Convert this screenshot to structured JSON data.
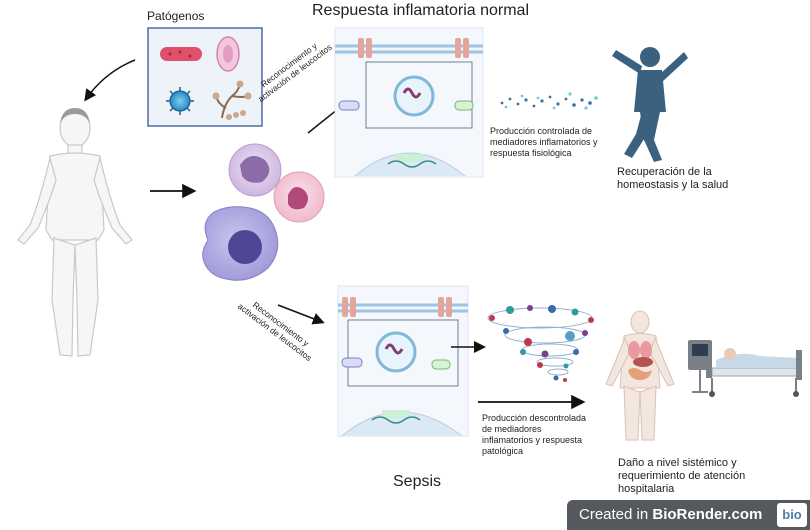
{
  "titles": {
    "top": "Respuesta inflamatoria normal",
    "bottom": "Sepsis"
  },
  "pathogens": {
    "label": "Patógenos"
  },
  "arrows": {
    "recognition_top": [
      "Reconocimiento y",
      "activación de leucocitos"
    ],
    "recognition_bottom": [
      "Reconocimiento y",
      "activación de leucocitos"
    ]
  },
  "top_path": {
    "production": [
      "Producción controlada de",
      "mediadores inflamatorios y",
      "respuesta fisiológica"
    ],
    "outcome": [
      "Recuperación de la",
      "homeostasis y la salud"
    ]
  },
  "bottom_path": {
    "production": [
      "Producción descontrolada",
      "de mediadores",
      "inflamatorios y respuesta",
      "patológica"
    ],
    "outcome": [
      "Daño a nivel sistémico y",
      "requerimiento de atención",
      "hospitalaria"
    ]
  },
  "badge": {
    "prefix": "Created in ",
    "brand": "BioRender.com",
    "logo": "bio"
  },
  "colors": {
    "figure_blue": "#3b6180",
    "pathogen_border": "#4a6fa5",
    "arrow": "#111111",
    "badge_bg": "#55595d"
  }
}
